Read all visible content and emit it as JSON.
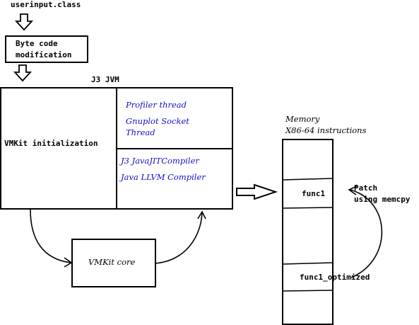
{
  "input_file": "userinput.class",
  "bytecode_step": [
    "Byte code",
    "modification"
  ],
  "jvm_title": "J3 JVM",
  "vmkit_init": "VMKit initialization",
  "threads": [
    "Profiler thread",
    "Gnuplot Socket",
    "Thread"
  ],
  "compilers": [
    "J3 JavaJITCompiler",
    "Java LLVM Compiler"
  ],
  "vmkit_core": "VMKit core",
  "memory_title": [
    "Memory",
    "X86-64 instructions"
  ],
  "func1": "func1",
  "func1_optimized": "func1_optimized",
  "patch": [
    "Patch",
    "using memcpy"
  ],
  "colors": {
    "thread_text": "#1010c8",
    "stroke": "#000000"
  }
}
